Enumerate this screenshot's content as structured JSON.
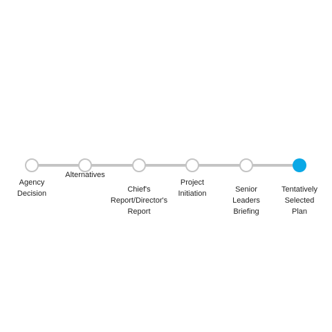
{
  "milestones": [
    {
      "label": "Agency\nDecision",
      "active": false
    },
    {
      "label": "Alternatives",
      "active": false
    },
    {
      "label": "Chief's\nReport/Director's\nReport",
      "active": false
    },
    {
      "label": "Project\nInitiation",
      "active": false
    },
    {
      "label": "Senior\nLeaders\nBriefing",
      "active": false
    },
    {
      "label": "Tentatively\nSelected\nPlan",
      "active": true
    }
  ],
  "colors": {
    "track": "#c4c4c4",
    "node_border": "#c4c4c4",
    "active_node": "#0aa8e6",
    "text": "#222222"
  }
}
